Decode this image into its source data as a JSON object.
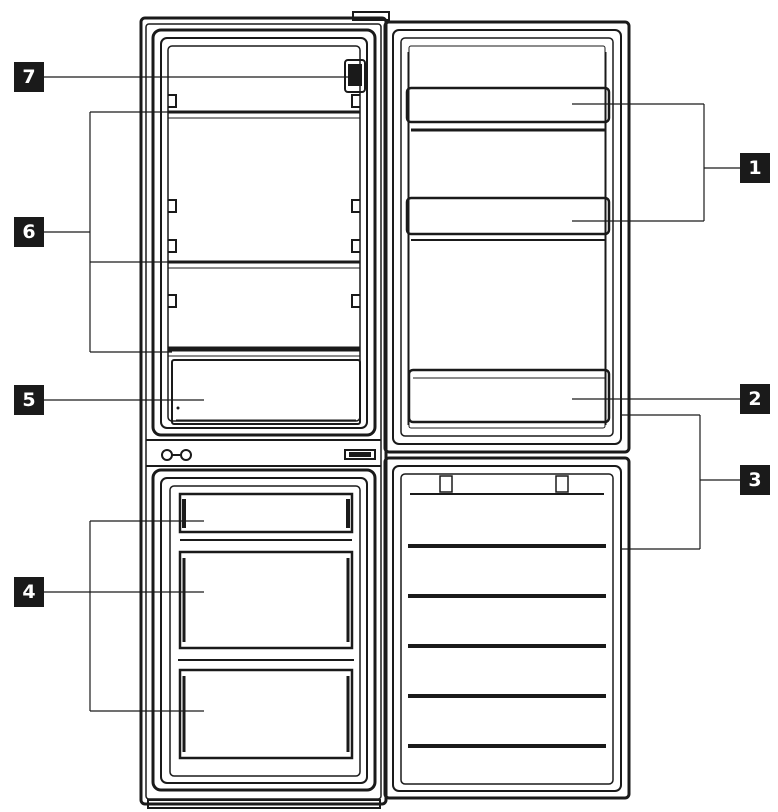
{
  "callouts": {
    "c1": "1",
    "c2": "2",
    "c3": "3",
    "c4": "4",
    "c5": "5",
    "c6": "6",
    "c7": "7"
  },
  "colors": {
    "line": "#1a1a1a",
    "callout_bg": "#1a1a1a",
    "callout_text": "#ffffff",
    "background": "#ffffff"
  }
}
